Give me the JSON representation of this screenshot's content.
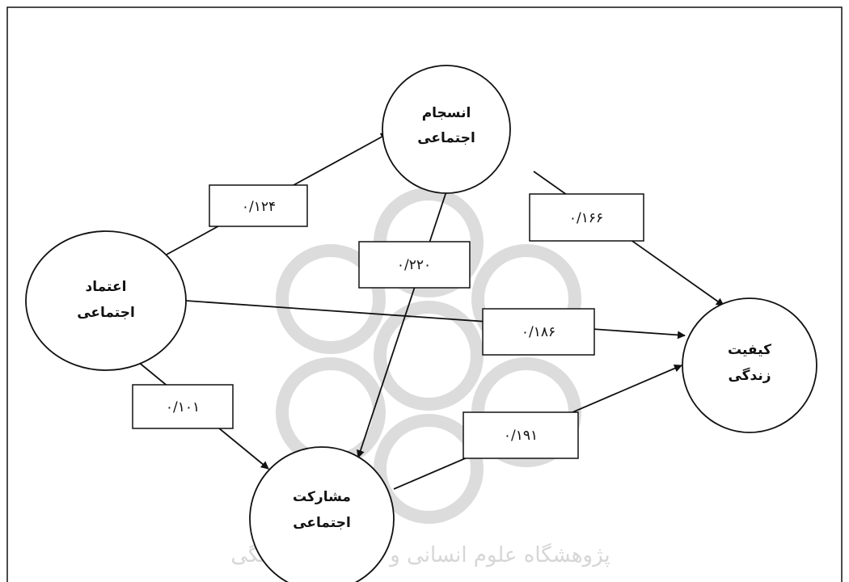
{
  "nodes": {
    "social_cohesion": {
      "line1": "انسجام",
      "line2": "اجتماعی"
    },
    "social_trust": {
      "line1": "اعتماد",
      "line2": "اجتماعی"
    },
    "quality_of_life": {
      "line1": "کیفیت",
      "line2": "زندگی"
    },
    "social_participation": {
      "line1": "مشارکت",
      "line2": "اجتماعی"
    }
  },
  "paths": {
    "trust_to_cohesion": "۰/۱۲۴",
    "cohesion_to_quality": "۰/۱۶۶",
    "cohesion_to_participation": "۰/۲۲۰",
    "trust_to_quality": "۰/۱۸۶",
    "trust_to_participation": "۰/۱۰۱",
    "participation_to_quality": "۰/۱۹۱"
  },
  "watermark": {
    "text": "پژوهشگاه علوم انسانی و مطالعات فرهنگی"
  },
  "colors": {
    "stroke": "#111111",
    "watermark": "#d6d6d6"
  }
}
